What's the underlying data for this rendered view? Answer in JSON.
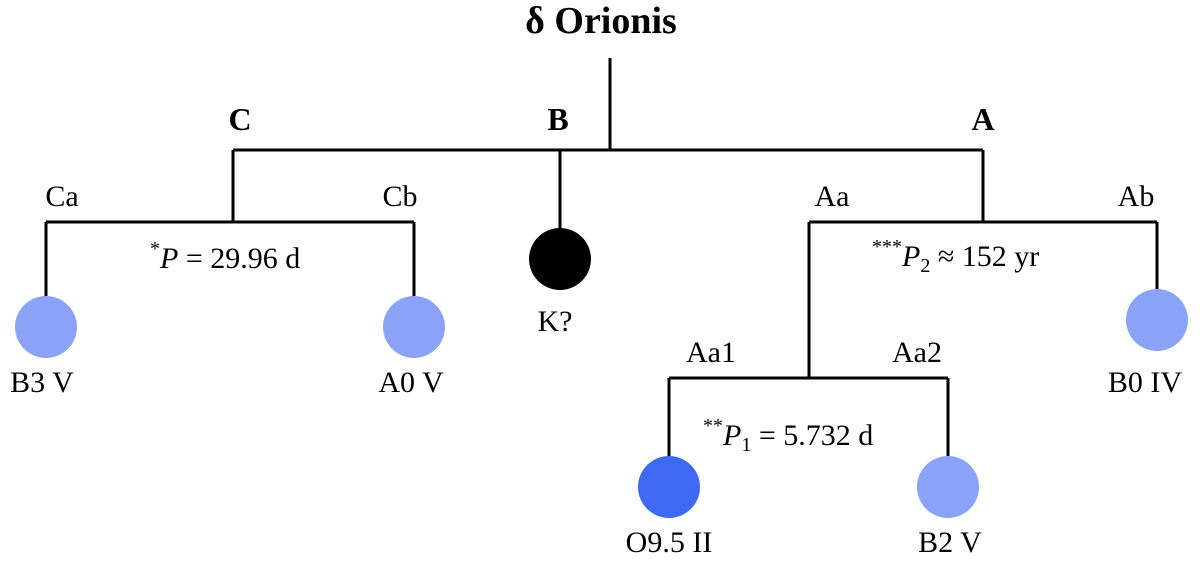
{
  "title": "δ Orionis",
  "groups": {
    "A": "A",
    "B": "B",
    "C": "C"
  },
  "components": {
    "Ca": "Ca",
    "Cb": "Cb",
    "Aa": "Aa",
    "Ab": "Ab",
    "Aa1": "Aa1",
    "Aa2": "Aa2"
  },
  "stars": {
    "Ca": {
      "spectral_type": "B3 V",
      "color": "#8aa3f8"
    },
    "Cb": {
      "spectral_type": "A0 V",
      "color": "#8aa3f8"
    },
    "B": {
      "spectral_type": "K?",
      "color": "#000000"
    },
    "Aa1": {
      "spectral_type": "O9.5 II",
      "color": "#3f68f5"
    },
    "Aa2": {
      "spectral_type": "B2 V",
      "color": "#8aa3f8"
    },
    "Ab": {
      "spectral_type": "B0 IV",
      "color": "#8aa3f8"
    }
  },
  "periods": {
    "C": {
      "asterisks": "*",
      "symbol": "P",
      "subscript": "",
      "relation": " = 29.96 d"
    },
    "A": {
      "asterisks": "***",
      "symbol": "P",
      "subscript": "2",
      "relation": " ≈ 152 yr"
    },
    "Aa": {
      "asterisks": "**",
      "symbol": "P",
      "subscript": "1",
      "relation": " = 5.732 d"
    }
  }
}
